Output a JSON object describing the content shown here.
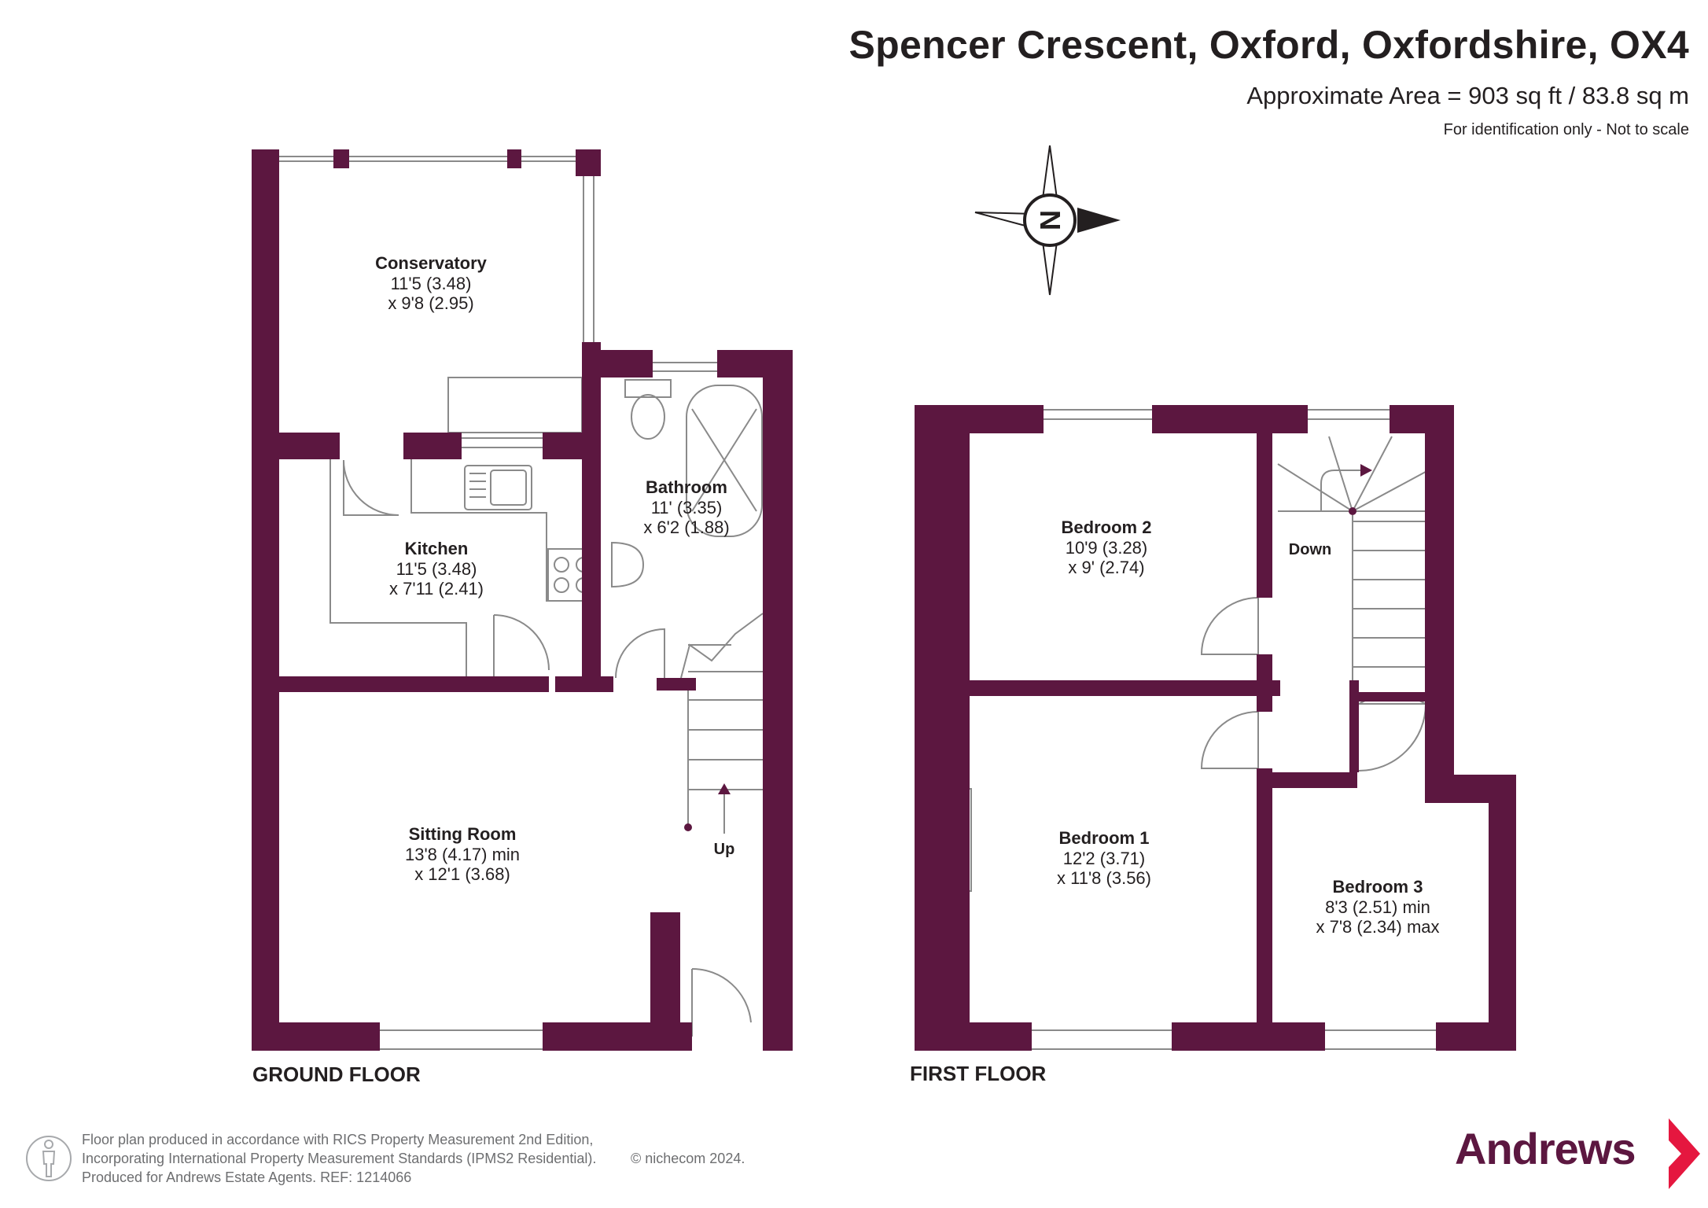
{
  "header": {
    "title": "Spencer Crescent, Oxford, Oxfordshire, OX4",
    "area": "Approximate Area = 903 sq ft / 83.8 sq m",
    "scale_note": "For identification only - Not to scale"
  },
  "compass": {
    "letter": "N"
  },
  "floors": {
    "ground": {
      "label": "GROUND FLOOR",
      "rooms": {
        "conservatory": {
          "name": "Conservatory",
          "dim1": "11'5 (3.48)",
          "dim2": "x 9'8 (2.95)"
        },
        "kitchen": {
          "name": "Kitchen",
          "dim1": "11'5 (3.48)",
          "dim2": "x 7'11 (2.41)"
        },
        "bathroom": {
          "name": "Bathroom",
          "dim1": "11' (3.35)",
          "dim2": "x 6'2 (1.88)"
        },
        "sitting_room": {
          "name": "Sitting Room",
          "dim1": "13'8 (4.17) min",
          "dim2": "x 12'1 (3.68)"
        }
      },
      "stairs_label": "Up"
    },
    "first": {
      "label": "FIRST FLOOR",
      "rooms": {
        "bedroom2": {
          "name": "Bedroom 2",
          "dim1": "10'9 (3.28)",
          "dim2": "x 9' (2.74)"
        },
        "bedroom1": {
          "name": "Bedroom 1",
          "dim1": "12'2 (3.71)",
          "dim2": "x 11'8 (3.56)"
        },
        "bedroom3": {
          "name": "Bedroom 3",
          "dim1": "8'3 (2.51) min",
          "dim2": "x 7'8 (2.34) max"
        }
      },
      "stairs_label": "Down"
    }
  },
  "footer": {
    "line1": "Floor plan produced in accordance with RICS Property Measurement 2nd Edition,",
    "line2": "Incorporating International Property Measurement Standards (IPMS2 Residential).",
    "line3": "Produced for Andrews Estate Agents.   REF: 1214066",
    "copyright": "© nichecom 2024."
  },
  "brand": {
    "name": "Andrews"
  },
  "colors": {
    "wall": "#5c1740",
    "text": "#231f20",
    "footer_text": "#6d6e70",
    "fixture_line": "#8a8a8a"
  },
  "icons": [
    "compass-icon",
    "person-icon",
    "brand-chevron-icon"
  ]
}
